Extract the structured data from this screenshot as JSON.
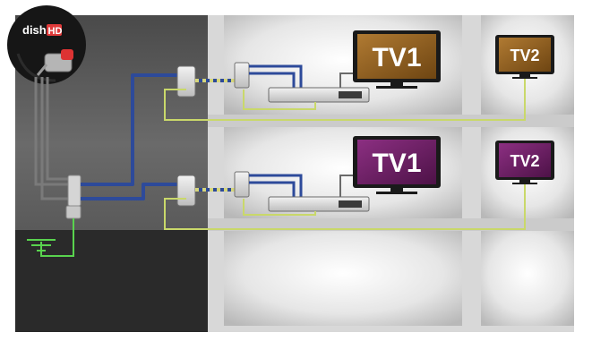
{
  "diagram": {
    "logo": {
      "part1": "dish",
      "part2": "HD"
    },
    "floors": [
      {
        "tv_left": {
          "label": "TV1",
          "screen_color": "#8a5a1e"
        },
        "tv_right": {
          "label": "TV2",
          "screen_color": "#8a5a1e"
        }
      },
      {
        "tv_left": {
          "label": "TV1",
          "screen_color": "#6b1f63"
        },
        "tv_right": {
          "label": "TV2",
          "screen_color": "#6b1f63"
        }
      }
    ],
    "colors": {
      "coax_blue": "#2d4a9a",
      "coax_yellow": "#c9d86a",
      "ground_green": "#59d34e",
      "cable_gray": "#7a7a7a",
      "logo_red": "#e03a3a"
    }
  }
}
